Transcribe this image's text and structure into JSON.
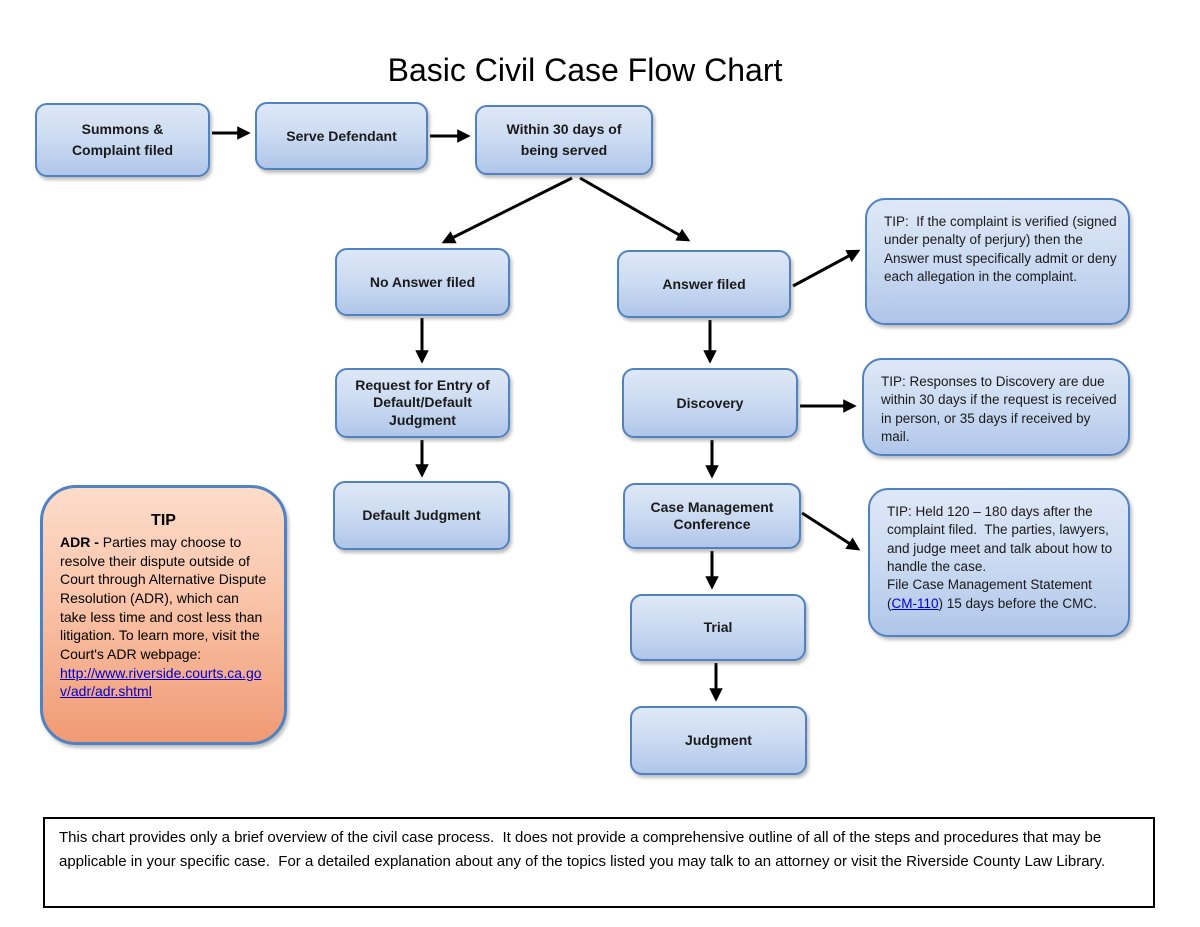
{
  "title": "Basic Civil Case Flow Chart",
  "nodes": {
    "summons": "Summons &\nComplaint filed",
    "serve": "Serve Defendant",
    "within30": "Within 30 days of\nbeing served",
    "no_answer": "No Answer filed",
    "answer": "Answer filed",
    "request_default": "Request for Entry of\nDefault/Default\nJudgment",
    "default_judgment": "Default Judgment",
    "discovery": "Discovery",
    "cmc": "Case Management\nConference",
    "trial": "Trial",
    "judgment": "Judgment"
  },
  "tips": {
    "answer": "TIP:  If the complaint is verified (signed under penalty of perjury) then the Answer must specifically admit or deny each allegation in the complaint.",
    "discovery": "TIP: Responses to Discovery are due within 30 days if the request is received in person, or 35 days if received by mail.",
    "cmc": {
      "before": "TIP: Held 120 – 180 days after the complaint filed.  The parties, lawyers, and judge meet and talk about how to handle the case.\nFile Case Management Statement (",
      "link": "CM-110",
      "after": ") 15 days before the CMC."
    }
  },
  "adr": {
    "title": "TIP",
    "lead": "ADR - ",
    "body": "Parties may choose to resolve their dispute outside of Court through Alternative Dispute Resolution (ADR), which can take less time and cost less than litigation. To learn more, visit the Court's ADR webpage:",
    "link": "http://www.riverside.courts.ca.gov/adr/adr.shtml"
  },
  "disclaimer": "This chart provides only a brief overview of the civil case process.  It does not provide a comprehensive outline of all of the steps and procedures that may be applicable in your specific case.  For a detailed explanation about any of the topics listed you may talk to an attorney or visit the Riverside County Law Library.",
  "colors": {
    "node_border": "#5081C1",
    "node_fill_top": "#DEE8F7",
    "node_fill_bottom": "#B0C6E9",
    "adr_fill_top": "#FCDCCA",
    "adr_fill_bottom": "#F09A73",
    "link": "#0000CC",
    "arrow": "#000000"
  }
}
